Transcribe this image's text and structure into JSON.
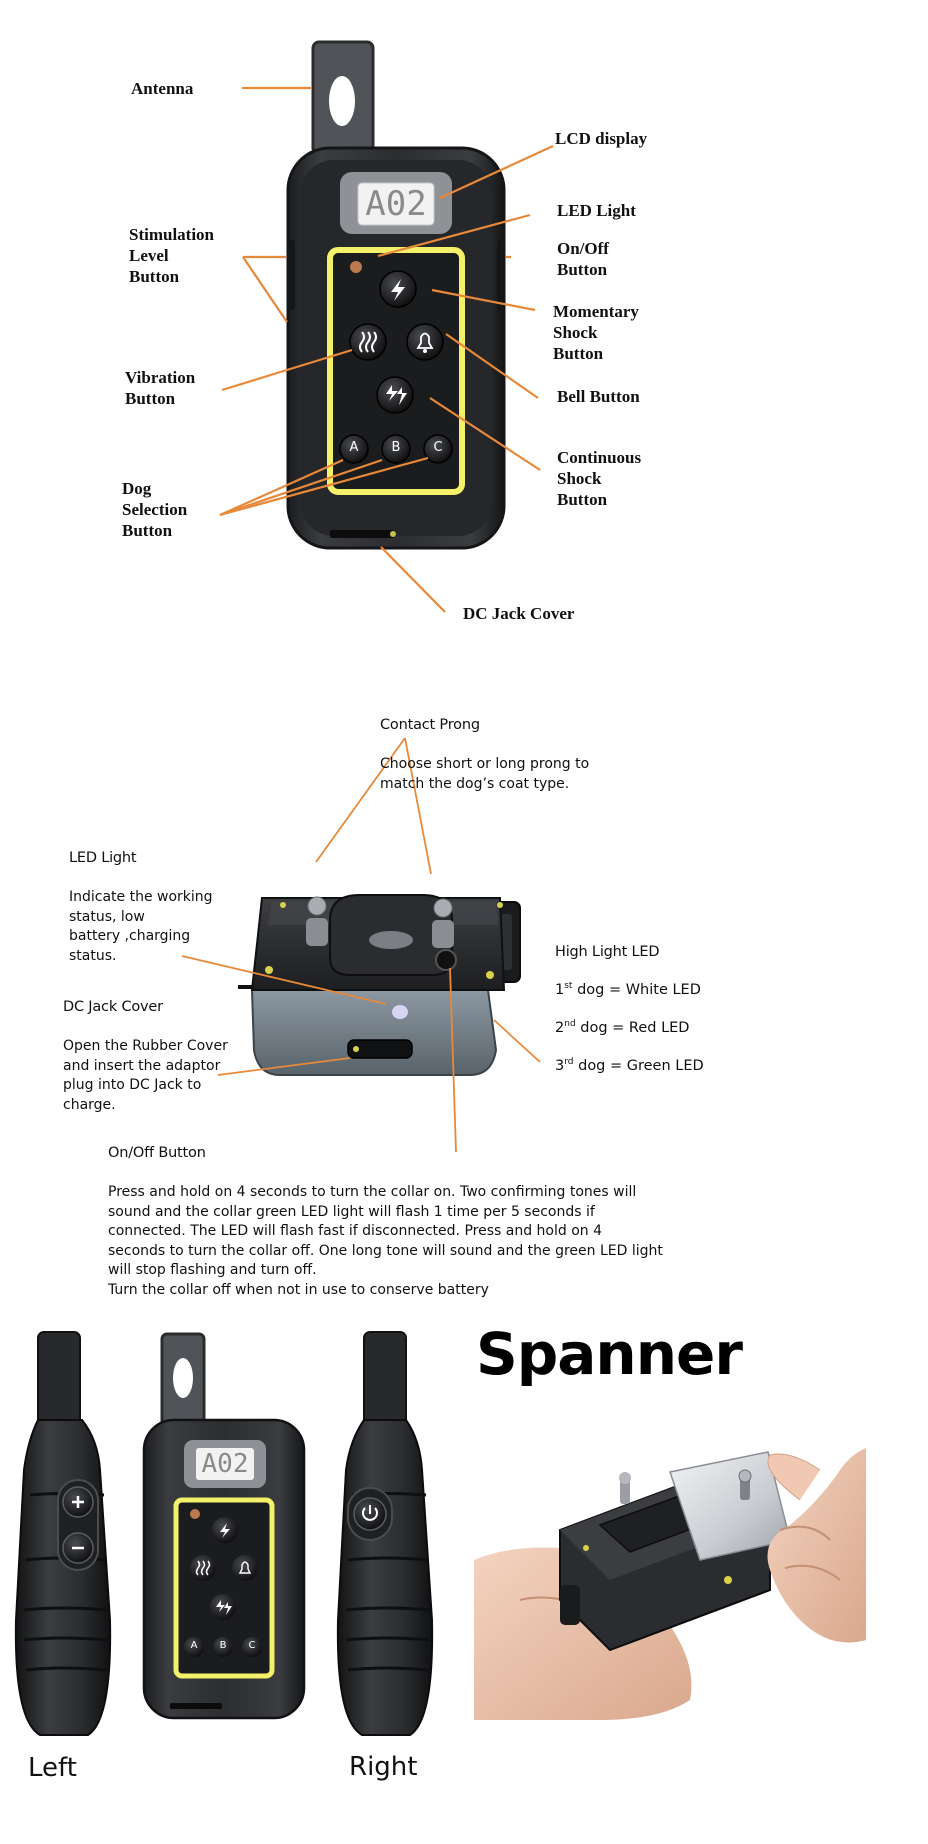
{
  "remote": {
    "lcd_text": "A02",
    "dog_buttons": [
      "A",
      "B",
      "C"
    ],
    "labels": {
      "antenna": "Antenna",
      "lcd_display": "LCD display",
      "led_light": "LED Light",
      "on_off_button": [
        "On/Off",
        "Button"
      ],
      "stimulation_level_button": [
        "Stimulation",
        "Level",
        "Button"
      ],
      "momentary_shock_button": [
        "Momentary",
        "Shock",
        "Button"
      ],
      "vibration_button": [
        "Vibration",
        "Button"
      ],
      "bell_button": "Bell Button",
      "continuous_shock_button": [
        "Continuous",
        "Shock",
        "Button"
      ],
      "dog_selection_button": [
        "Dog",
        "Selection",
        "Button"
      ],
      "dc_jack_cover": "DC Jack Cover"
    }
  },
  "collar": {
    "contact_prong": {
      "title": "Contact Prong",
      "text": [
        "Choose short or long prong to",
        "match the dog’s coat type."
      ]
    },
    "led_light": {
      "title": "LED Light",
      "text": [
        "Indicate the working",
        "status, low",
        "battery ,charging",
        "status."
      ]
    },
    "dc_jack_cover": {
      "title": "DC Jack Cover",
      "text": [
        "Open the Rubber Cover",
        "and insert the adaptor",
        "plug into DC Jack to",
        "charge."
      ]
    },
    "high_light_led": {
      "title": "High Light LED",
      "items": [
        {
          "ordinal": "1",
          "suffix": "st",
          "text": "dog = White LED"
        },
        {
          "ordinal": "2",
          "suffix": "nd",
          "text": "dog = Red LED"
        },
        {
          "ordinal": "3",
          "suffix": "rd",
          "text": "dog = Green LED"
        }
      ]
    },
    "on_off_button": {
      "title": "On/Off Button",
      "text": [
        "Press and hold on 4 seconds to turn the collar on. Two confirming tones will",
        "sound and the collar green LED light will flash 1 time per 5 seconds if",
        "connected. The LED will flash fast if disconnected. Press and hold on 4",
        "seconds to turn the collar off. One long tone will sound and the green LED light",
        "will stop flashing and turn off.",
        "Turn the collar off when not in use to conserve battery"
      ]
    }
  },
  "views": {
    "left_caption": "Left",
    "right_caption": "Right",
    "lcd_text": "A02",
    "dog_buttons": [
      "A",
      "B",
      "C"
    ]
  },
  "spanner": {
    "title": "Spanner"
  },
  "colors": {
    "leader_line": "#E8893A",
    "highlight_frame": "#F4F06A",
    "device_body": "#2B2D30",
    "device_face": "#1E1F21"
  }
}
